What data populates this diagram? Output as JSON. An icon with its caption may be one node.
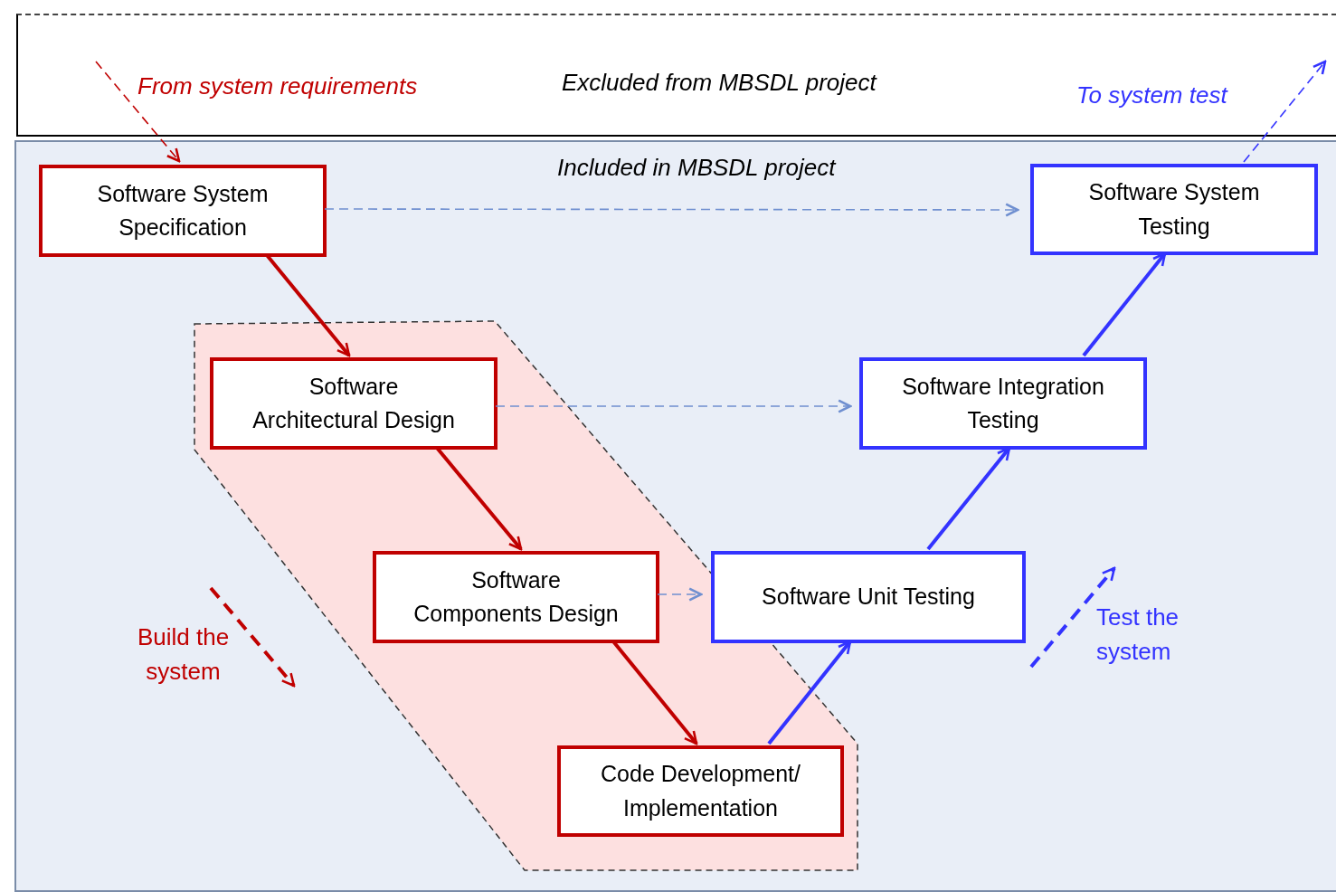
{
  "diagram": {
    "nodes": [
      {
        "text": [
          "Excluded from MBSDL project"
        ]
      },
      {
        "text": [
          "Included in MBSDL project"
        ]
      },
      {
        "text": [
          "Software System Specification"
        ],
        "in": 1
      },
      {
        "text": [
          "Software Architectural Design"
        ],
        "in": 1
      },
      {
        "text": [
          "Software Components Design"
        ],
        "in": 1
      },
      {
        "text": [
          "Code Development/ Implementation"
        ],
        "in": 1
      },
      {
        "text": [
          "Software Unit Testing"
        ],
        "in": 1
      },
      {
        "text": [
          "Software Integration Testing"
        ],
        "in": 1
      },
      {
        "text": [
          "Software System Testing"
        ],
        "in": 1
      }
    ],
    "edges": [
      {
        "from": 0,
        "to": 2,
        "arrow": "to",
        "label": "From system requirements",
        "style": "dashed",
        "color": "#c00000"
      },
      {
        "from": 2,
        "to": 3,
        "arrow": "to",
        "color": "#c00000"
      },
      {
        "from": 3,
        "to": 4,
        "arrow": "to",
        "color": "#c00000"
      },
      {
        "from": 4,
        "to": 5,
        "arrow": "to",
        "color": "#c00000"
      },
      {
        "from": 5,
        "to": 6,
        "arrow": "to",
        "color": "#3333ff"
      },
      {
        "from": 6,
        "to": 7,
        "arrow": "to",
        "color": "#3333ff"
      },
      {
        "from": 7,
        "to": 8,
        "arrow": "to",
        "color": "#3333ff"
      },
      {
        "from": 8,
        "to": 0,
        "arrow": "to",
        "label": "To system test",
        "style": "dashed",
        "color": "#3333ff"
      },
      {
        "from": 2,
        "to": 8,
        "arrow": "to",
        "style": "dashed",
        "color": "#6f8fd0"
      },
      {
        "from": 3,
        "to": 7,
        "arrow": "to",
        "style": "dashed",
        "color": "#6f8fd0"
      },
      {
        "from": 4,
        "to": 6,
        "arrow": "to",
        "style": "dashed",
        "color": "#6f8fd0"
      }
    ],
    "labels": [
      "Build the system",
      "Test the system"
    ]
  }
}
